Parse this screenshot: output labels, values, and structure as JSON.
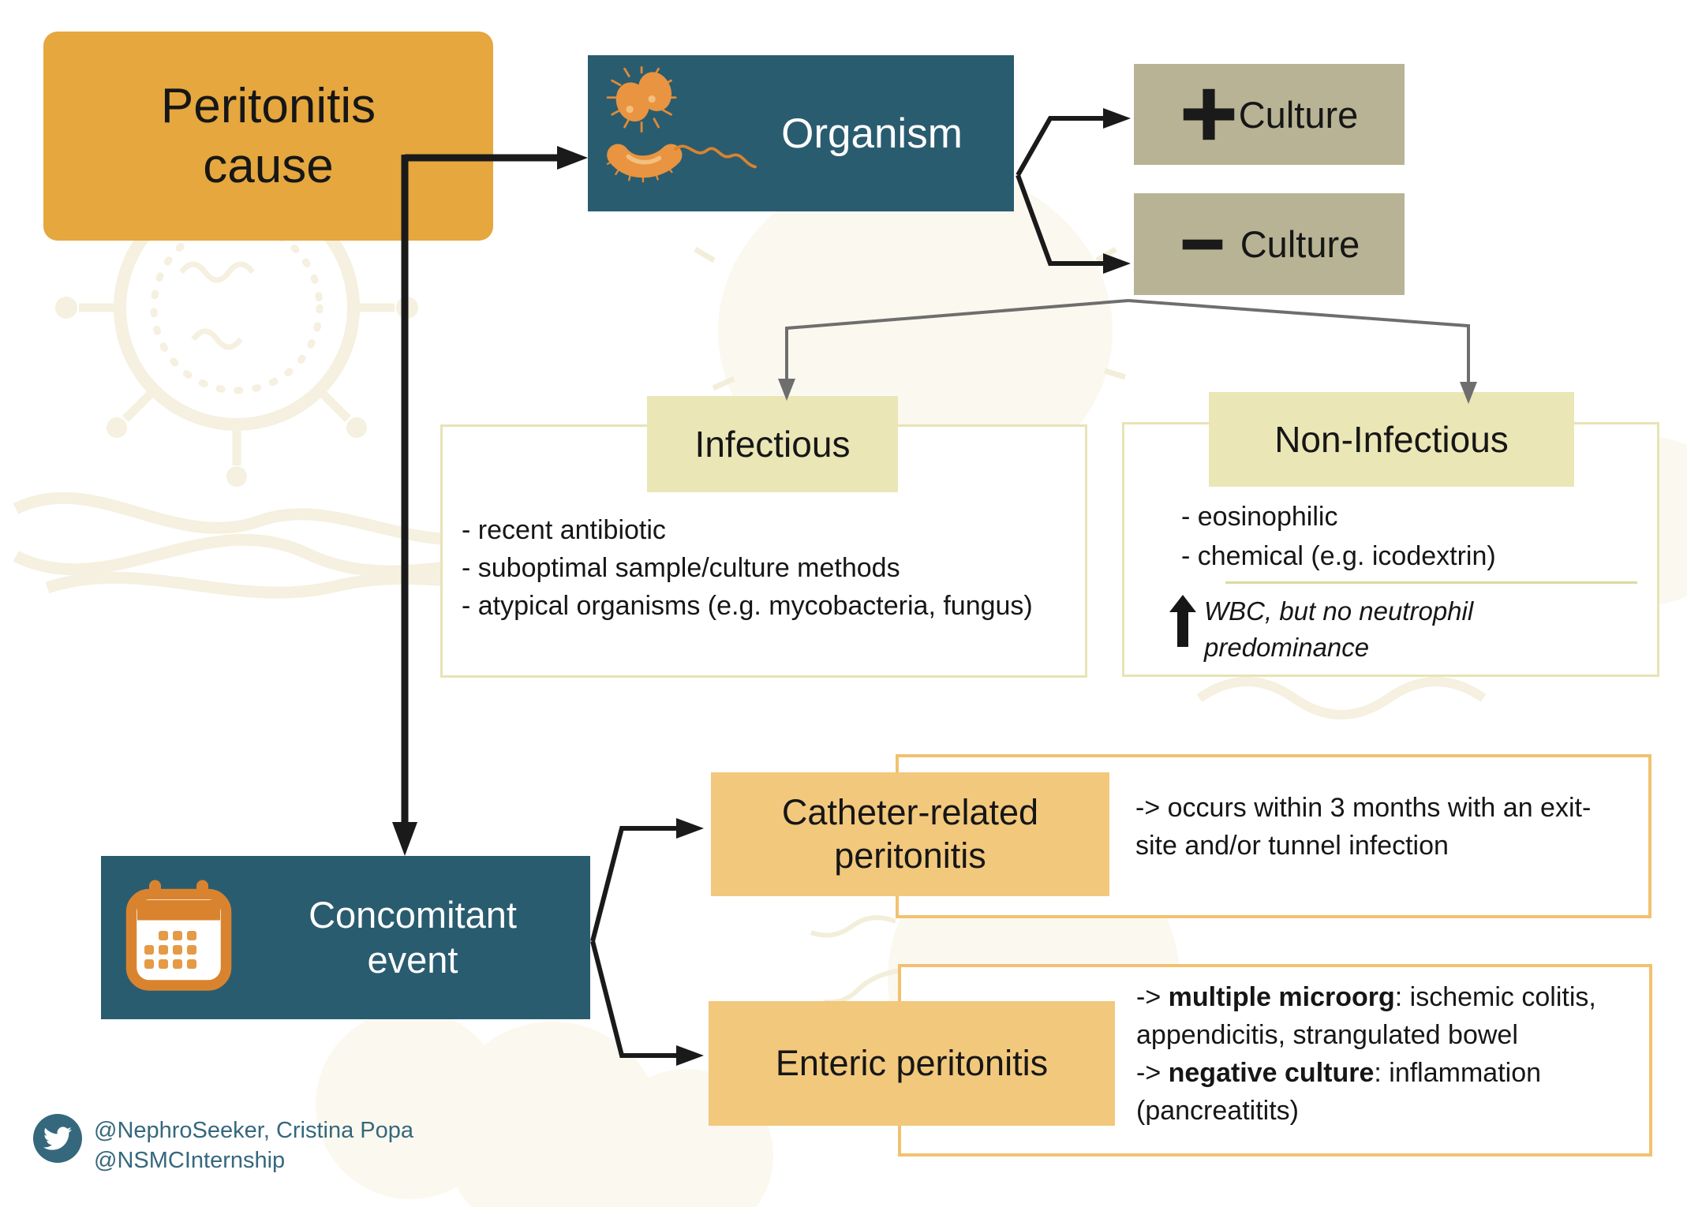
{
  "palette": {
    "accent_orange": "#E5A73E",
    "accent_orange_light": "#F2C87C",
    "accent_orange_border": "#F2C170",
    "teal": "#2A5C70",
    "khaki": "#B7B394",
    "pale_khaki": "#EAE6B6",
    "panel_border": "#E7E3B5",
    "gray_connector": "#6E6E6E",
    "black": "#161616"
  },
  "root": {
    "title": "Peritonitis cause"
  },
  "organism": {
    "label": "Organism",
    "icon": "bacteria-icon"
  },
  "culture_positive": {
    "label": "Culture",
    "icon": "plus-icon"
  },
  "culture_negative": {
    "label": "Culture",
    "icon": "minus-icon"
  },
  "infectious": {
    "title": "Infectious",
    "items": [
      "- recent antibiotic",
      "- suboptimal sample/culture methods",
      "- atypical organisms (e.g. mycobacteria, fungus)"
    ]
  },
  "non_infectious": {
    "title": "Non-Infectious",
    "items": [
      "- eosinophilic",
      "- chemical (e.g. icodextrin)"
    ],
    "note_icon": "up-arrow-icon",
    "note": "WBC, but no neutrophil predominance"
  },
  "concomitant": {
    "label": "Concomitant event",
    "icon": "calendar-icon"
  },
  "catheter": {
    "title": "Catheter-related peritonitis",
    "desc_paragraphs": [
      [
        {
          "text": "-> occurs within 3 months with an exit-site and/or tunnel infection",
          "bold": false
        }
      ]
    ]
  },
  "enteric": {
    "title": "Enteric peritonitis",
    "desc_paragraphs": [
      [
        {
          "text": "-> ",
          "bold": false
        },
        {
          "text": "multiple microorg",
          "bold": true
        },
        {
          "text": ": ischemic colitis, appendicitis, strangulated bowel",
          "bold": false
        }
      ],
      [
        {
          "text": "-> ",
          "bold": false
        },
        {
          "text": "negative culture",
          "bold": true
        },
        {
          "text": ": inflammation (pancreatitits)",
          "bold": false
        }
      ]
    ]
  },
  "attribution": {
    "icon": "twitter-icon",
    "line1": "@NephroSeeker, Cristina Popa",
    "line2": "@NSMCInternship"
  }
}
